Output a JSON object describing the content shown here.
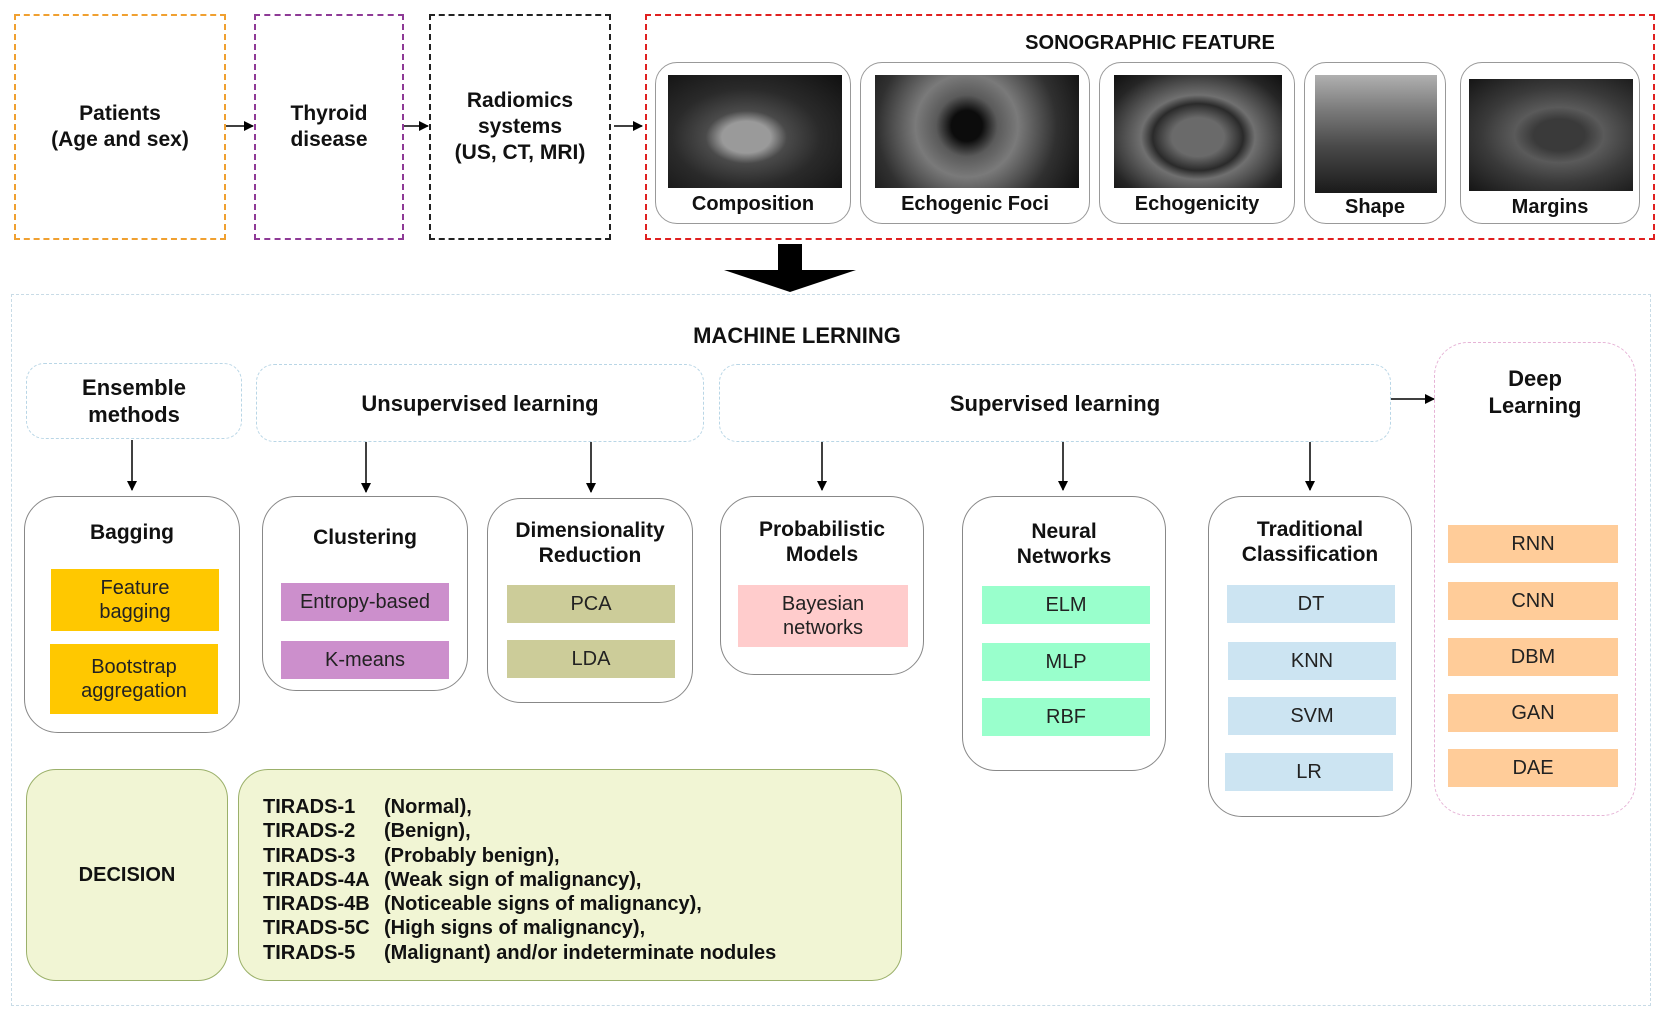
{
  "top_flow": {
    "patients": [
      "Patients",
      "(Age and sex)"
    ],
    "disease": [
      "Thyroid",
      "disease"
    ],
    "radiomics": [
      "Radiomics",
      "systems",
      "(US, CT, MRI)"
    ]
  },
  "sonographic": {
    "title": "SONOGRAPHIC FEATURE",
    "features": [
      "Composition",
      "Echogenic Foci",
      "Echogenicity",
      "Shape",
      "Margins"
    ]
  },
  "ml": {
    "title": "MACHINE LERNING",
    "categories": {
      "ensemble": [
        "Ensemble",
        "methods"
      ],
      "unsupervised": "Unsupervised learning",
      "supervised": "Supervised learning",
      "deep": [
        "Deep",
        "Learning"
      ]
    },
    "bagging": {
      "title": "Bagging",
      "items": [
        [
          "Feature",
          "bagging"
        ],
        [
          "Bootstrap",
          "aggregation"
        ]
      ]
    },
    "clustering": {
      "title": "Clustering",
      "items": [
        "Entropy-based",
        "K-means"
      ]
    },
    "dimred": {
      "title": [
        "Dimensionality",
        "Reduction"
      ],
      "items": [
        "PCA",
        "LDA"
      ]
    },
    "probabilistic": {
      "title": [
        "Probabilistic",
        "Models"
      ],
      "items": [
        [
          "Bayesian",
          "networks"
        ]
      ]
    },
    "neural": {
      "title": [
        "Neural",
        "Networks"
      ],
      "items": [
        "ELM",
        "MLP",
        "RBF"
      ]
    },
    "traditional": {
      "title": [
        "Traditional",
        "Classification"
      ],
      "items": [
        "DT",
        "KNN",
        "SVM",
        "LR"
      ]
    },
    "deep_items": [
      "RNN",
      "CNN",
      "DBM",
      "GAN",
      "DAE"
    ]
  },
  "decision": {
    "label": "DECISION",
    "tirads": [
      {
        "code": "TIRADS-1",
        "desc": "(Normal),"
      },
      {
        "code": "TIRADS-2",
        "desc": "(Benign),"
      },
      {
        "code": "TIRADS-3",
        "desc": "(Probably benign),"
      },
      {
        "code": "TIRADS-4A",
        "desc": "(Weak sign of malignancy),"
      },
      {
        "code": "TIRADS-4B",
        "desc": "(Noticeable signs of malignancy),"
      },
      {
        "code": "TIRADS-5C",
        "desc": "(High signs of malignancy),"
      },
      {
        "code": "TIRADS-5",
        "desc": "(Malignant) and/or indeterminate nodules"
      }
    ]
  },
  "colors": {
    "patients_border": "#f0a030",
    "disease_border": "#8e3a96",
    "radiomics_border": "#222222",
    "sono_border": "#e02020",
    "bagging_chip": "#ffc800",
    "clustering_chip": "#cc8fcc",
    "dimred_chip": "#cccc99",
    "probabilistic_chip": "#ffcccc",
    "neural_chip": "#99ffcc",
    "traditional_chip": "#cce4f2",
    "deep_chip": "#ffcc99",
    "decision_bg": "#f1f5d4"
  }
}
